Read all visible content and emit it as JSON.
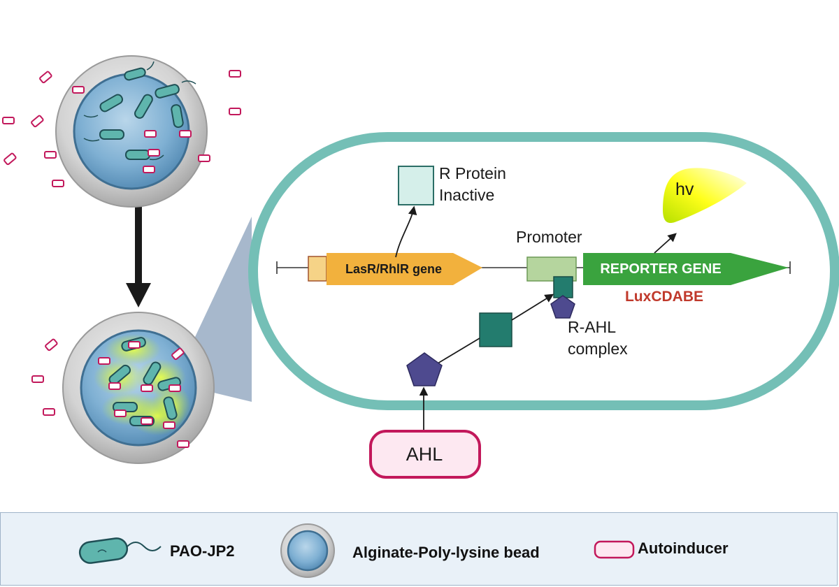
{
  "labels": {
    "r_protein_line1": "R Protein",
    "r_protein_line2": "Inactive",
    "promoter": "Promoter",
    "gene": "LasR/RhlR gene",
    "reporter_gene": "REPORTER GENE",
    "lux": "LuxCDABE",
    "hv": "hv",
    "complex_line1": "R-AHL",
    "complex_line2": "complex",
    "ahl": "AHL"
  },
  "legend": {
    "bacterium": "PAO-JP2",
    "bead": "Alginate-Poly-lysine bead",
    "autoinducer": "Autoinducer"
  },
  "colors": {
    "cell_wall": "#74bfb6",
    "gene_arrow": "#f2b13d",
    "gene_box": "#f6d387",
    "reporter_arrow": "#3aa33e",
    "promoter_box": "#b5d59e",
    "r_protein": "#d5efea",
    "r_active": "#237c6e",
    "ahl_pentagon": "#4e4a8f",
    "ahl_border": "#c2185b",
    "lux_text": "#c0392b",
    "autoinducer": "#c2185b",
    "bead_shell": "#c9c9c9",
    "bead_core": "#6a9ec5"
  }
}
